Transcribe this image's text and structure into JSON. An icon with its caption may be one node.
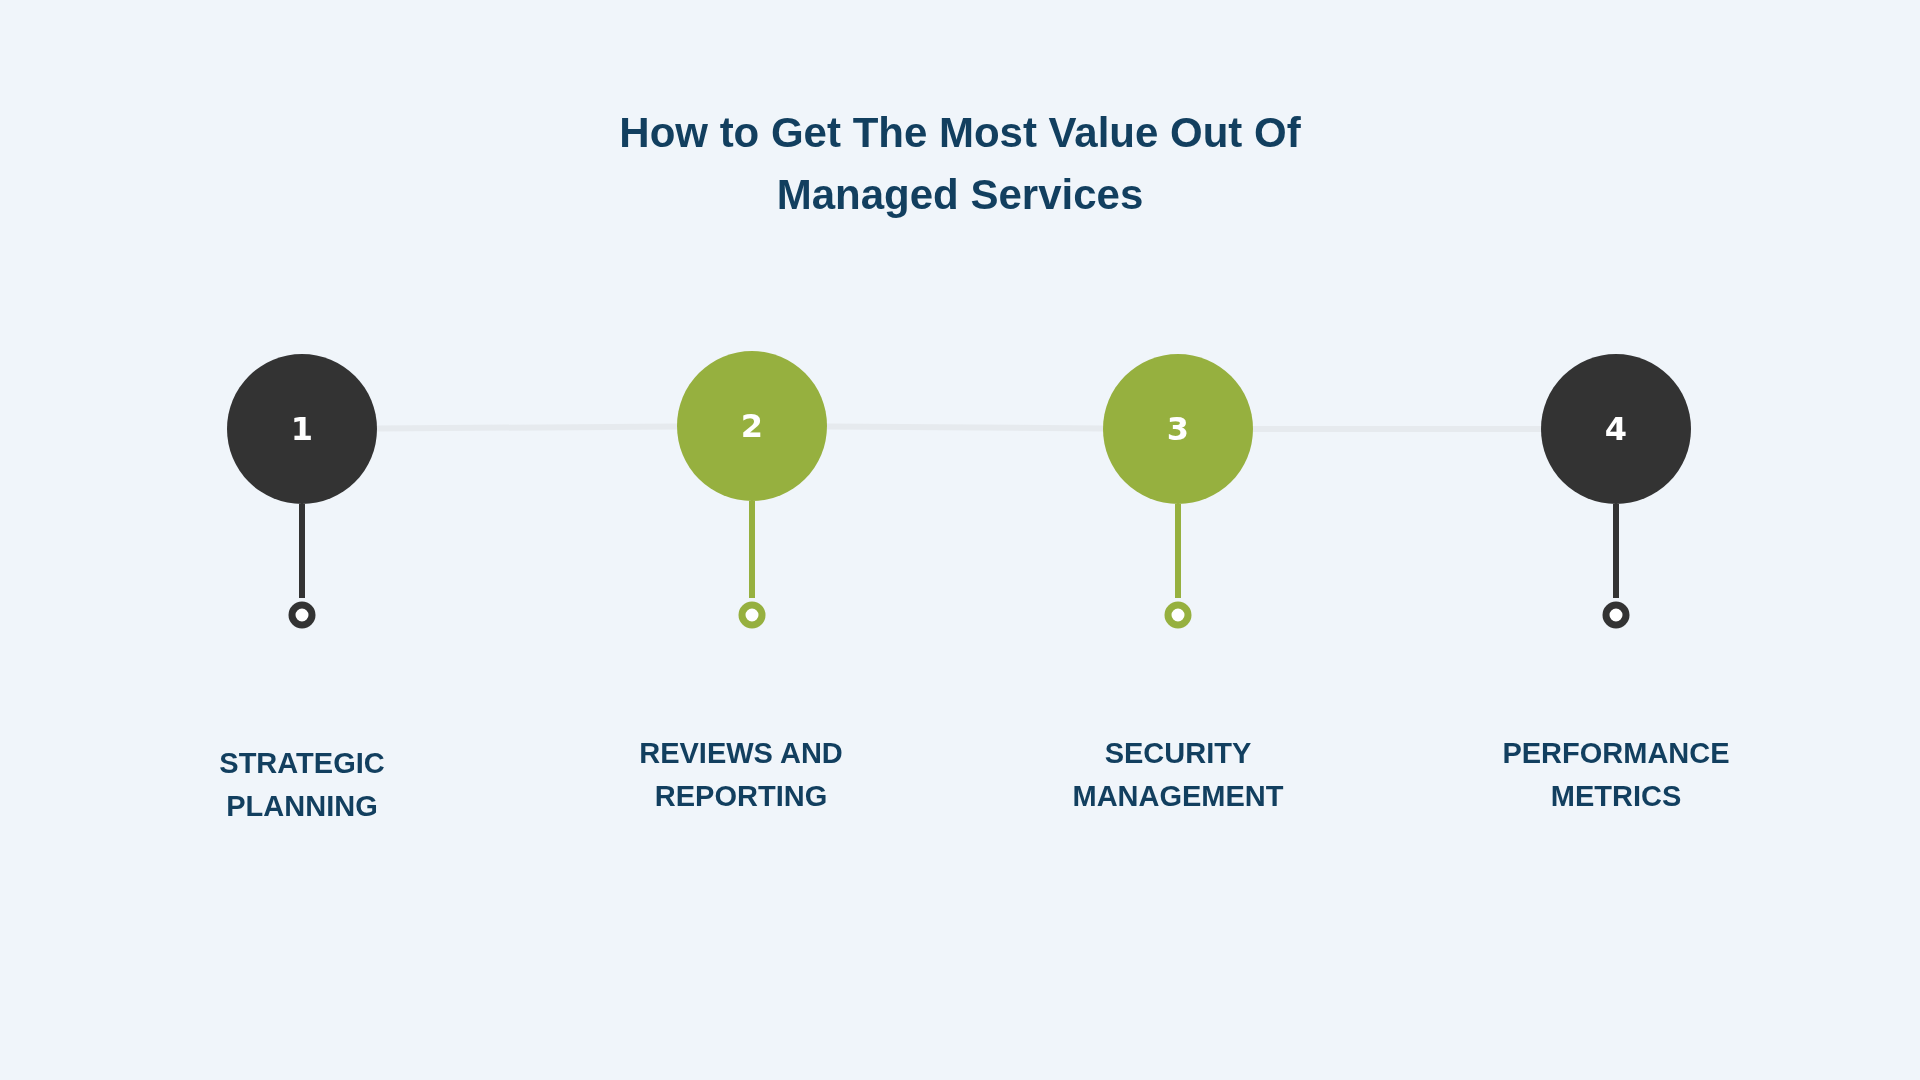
{
  "diagram": {
    "title": "How to Get The Most Value Out Of Managed Services",
    "nodes": [
      {
        "text": [
          "1"
        ]
      },
      {
        "text": [
          "2"
        ]
      },
      {
        "text": [
          "3"
        ]
      },
      {
        "text": [
          "4"
        ]
      },
      {
        "text": [],
        "shape": "circle"
      },
      {
        "text": [],
        "shape": "circle"
      },
      {
        "text": [],
        "shape": "circle"
      },
      {
        "text": [],
        "shape": "circle"
      }
    ],
    "edges": [
      {
        "from": 0,
        "to": 1,
        "arrow": "none",
        "color": "#e6eaee"
      },
      {
        "from": 1,
        "to": 2,
        "arrow": "none",
        "color": "#e6eaee"
      },
      {
        "from": 2,
        "to": 3,
        "arrow": "none",
        "color": "#e6eaee"
      },
      {
        "from": 0,
        "to": 4,
        "arrow": "none",
        "color": "#333333"
      },
      {
        "from": 1,
        "to": 5,
        "arrow": "none",
        "color": "#96b03f"
      },
      {
        "from": 2,
        "to": 6,
        "arrow": "none",
        "color": "#96b03f"
      },
      {
        "from": 3,
        "to": 7,
        "arrow": "none",
        "color": "#333333"
      }
    ],
    "labels": [
      "STRATEGIC PLANNING",
      "REVIEWS AND REPORTING",
      "SECURITY MANAGEMENT",
      "PERFORMANCE METRICS"
    ]
  }
}
